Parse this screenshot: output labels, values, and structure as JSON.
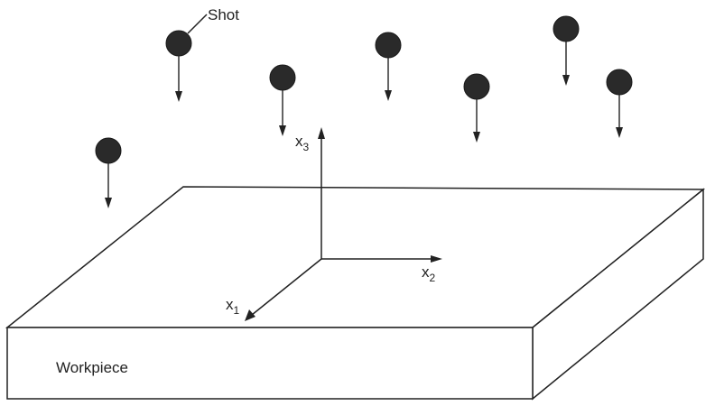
{
  "labels": {
    "shot": "Shot",
    "workpiece": "Workpiece",
    "axis_x1_base": "x",
    "axis_x1_sub": "1",
    "axis_x2_base": "x",
    "axis_x2_sub": "2",
    "axis_x3_base": "x",
    "axis_x3_sub": "3"
  },
  "colors": {
    "ink": "#222222",
    "shot_fill": "#2a2a2a",
    "background": "#ffffff"
  },
  "shot_count": 7
}
